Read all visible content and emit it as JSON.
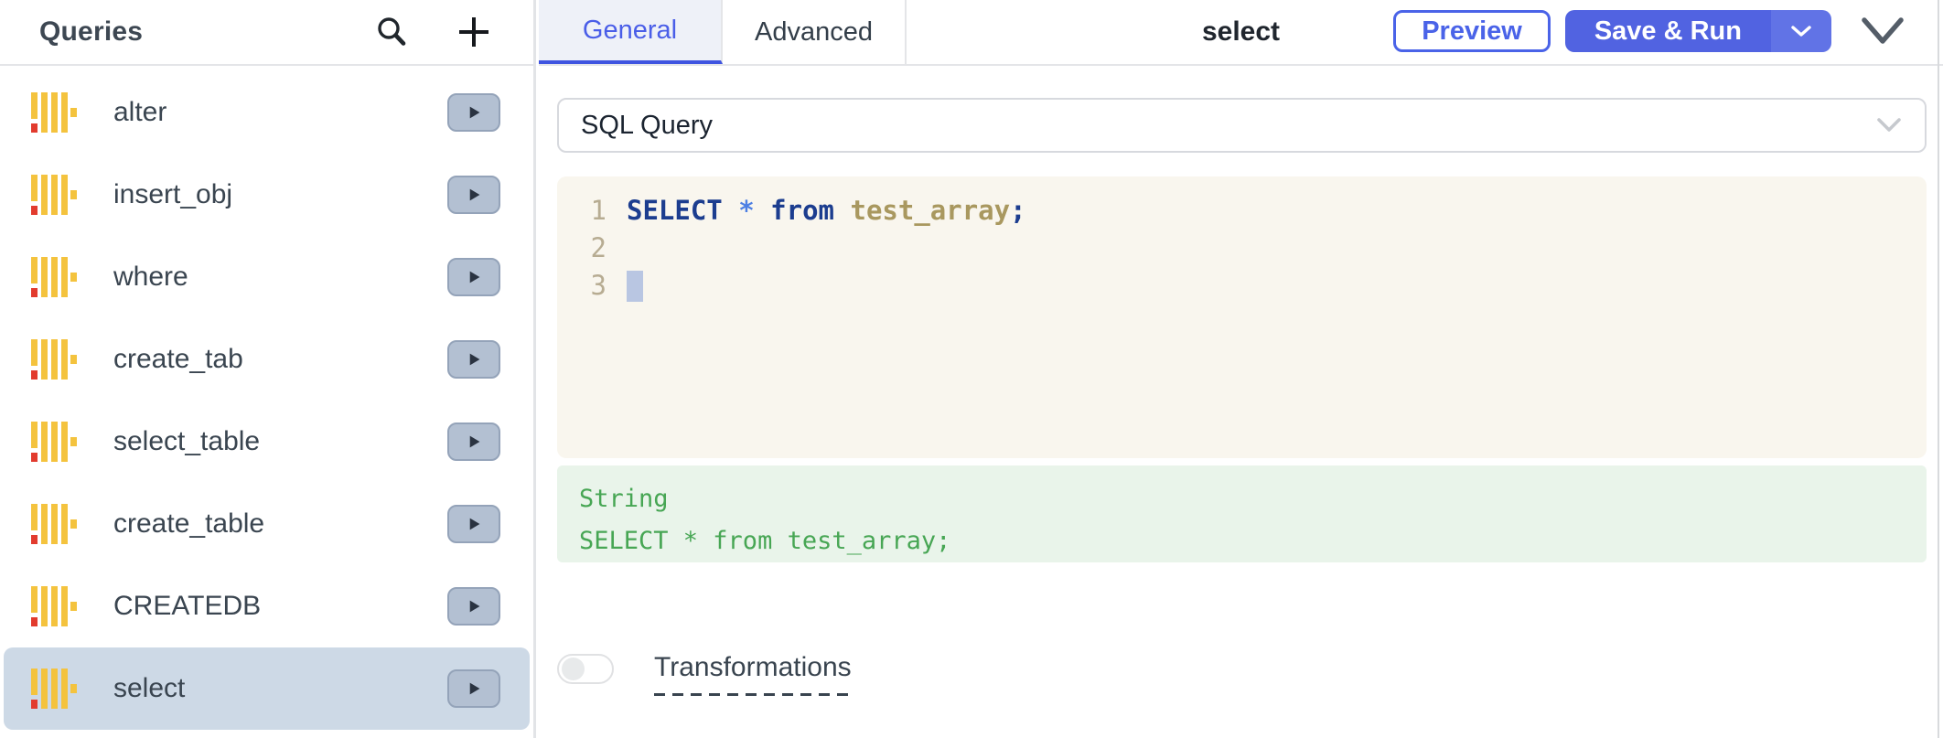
{
  "sidebar": {
    "title": "Queries",
    "items": [
      {
        "label": "alter",
        "selected": false
      },
      {
        "label": "insert_obj",
        "selected": false
      },
      {
        "label": "where",
        "selected": false
      },
      {
        "label": "create_tab",
        "selected": false
      },
      {
        "label": "select_table",
        "selected": false
      },
      {
        "label": "create_table",
        "selected": false
      },
      {
        "label": "CREATEDB",
        "selected": false
      },
      {
        "label": "select",
        "selected": true
      }
    ],
    "icons": {
      "search": "magnifier",
      "add": "plus",
      "item_logo": "clickhouse-bars",
      "run": "play-triangle"
    }
  },
  "header": {
    "tabs": [
      {
        "label": "General",
        "active": true
      },
      {
        "label": "Advanced",
        "active": false
      }
    ],
    "query_title": "select",
    "preview_button": "Preview",
    "save_run_button": "Save & Run",
    "icons": {
      "save_run_dropdown": "chevron-down",
      "collapse_panel": "chevron-down"
    }
  },
  "query_editor": {
    "type_selector_value": "SQL Query",
    "line_numbers": [
      "1",
      "2",
      "3"
    ],
    "code_line": {
      "keyword1": "SELECT",
      "operator": "*",
      "keyword2": "from",
      "identifier": "test_array",
      "semicolon": ";"
    },
    "full_text": "SELECT * from test_array;"
  },
  "result_preview": {
    "type_label": "String",
    "value": "SELECT * from test_array;"
  },
  "transformations": {
    "label": "Transformations",
    "enabled": false
  },
  "colors": {
    "accent_blue": "#4a63e8",
    "save_run_bg": "#5163e1",
    "save_run_arrow_bg": "#6173e6",
    "tab_active_bg": "#eef1f8",
    "tab_active_underline": "#3f54e0",
    "selected_row_bg": "#cdd9e6",
    "editor_bg": "#f9f6ee",
    "result_bg": "#e9f4ea",
    "result_text": "#47a654",
    "code_keyword": "#1c3d8f",
    "code_operator": "#4d7fe3",
    "code_identifier": "#a9985f",
    "line_number": "#b7ac92",
    "logo_yellow": "#f4c33e",
    "logo_red": "#e23b2e",
    "play_button_bg": "#b3c0d2",
    "play_button_border": "#94a3b9"
  }
}
